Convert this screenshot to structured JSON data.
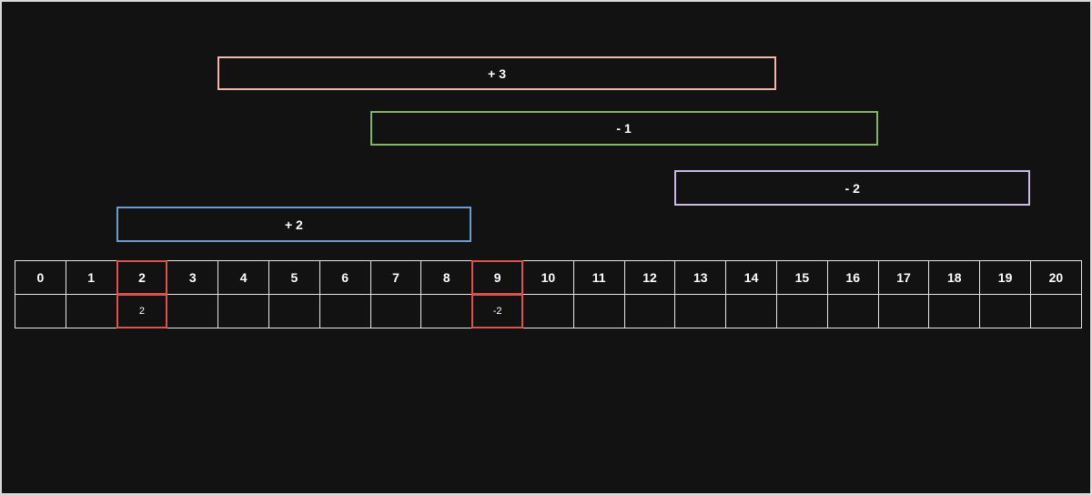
{
  "range_updates": [
    {
      "label": "+ 3",
      "color": "#f4b6a8",
      "start_index": 4,
      "end_index": 14
    },
    {
      "label": "- 1",
      "color": "#82b366",
      "start_index": 7,
      "end_index": 16
    },
    {
      "label": "- 2",
      "color": "#c9b8e8",
      "start_index": 13,
      "end_index": 19
    },
    {
      "label": "+ 2",
      "color": "#6c9bd2",
      "start_index": 2,
      "end_index": 8
    }
  ],
  "array": {
    "indices": [
      "0",
      "1",
      "2",
      "3",
      "4",
      "5",
      "6",
      "7",
      "8",
      "9",
      "10",
      "11",
      "12",
      "13",
      "14",
      "15",
      "16",
      "17",
      "18",
      "19",
      "20"
    ],
    "values": [
      "",
      "",
      "2",
      "",
      "",
      "",
      "",
      "",
      "",
      "-2",
      "",
      "",
      "",
      "",
      "",
      "",
      "",
      "",
      "",
      "",
      ""
    ],
    "highlight_indices": [
      2,
      9
    ],
    "highlight_color": "#d9534f"
  }
}
